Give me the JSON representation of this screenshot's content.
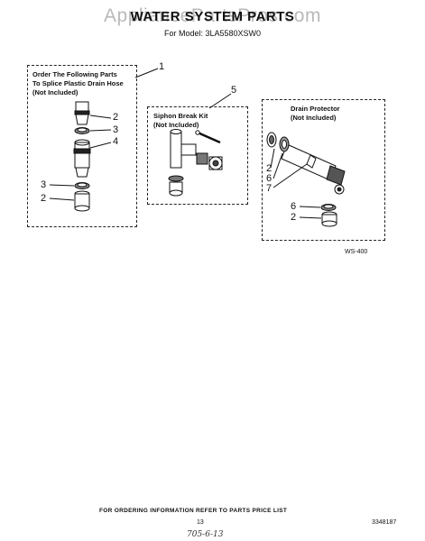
{
  "watermark": "AppliancePartsPros.com",
  "header": {
    "title": "WATER SYSTEM PARTS",
    "model": "For Model: 3LA5580XSW0"
  },
  "boxes": {
    "order": {
      "line1": "Order The Following Parts",
      "line2": "To Splice Plastic Drain Hose",
      "line3": "(Not Included)"
    },
    "siphon": {
      "line1": "Siphon Break Kit",
      "line2": "(Not Included)"
    },
    "drain": {
      "line1": "Drain Protector",
      "line2": "(Not Included)"
    }
  },
  "callouts": {
    "c1": "1",
    "c2a": "2",
    "c3a": "3",
    "c4": "4",
    "c3b": "3",
    "c2b": "2",
    "c5": "5",
    "d2a": "2",
    "d6a": "6",
    "d7": "7",
    "d6b": "6",
    "d2b": "2"
  },
  "code": "WS-400",
  "footer": {
    "note": "FOR ORDERING INFORMATION REFER TO PARTS PRICE LIST",
    "page": "13",
    "part_no": "3348187",
    "handwritten": "705-6-13"
  }
}
